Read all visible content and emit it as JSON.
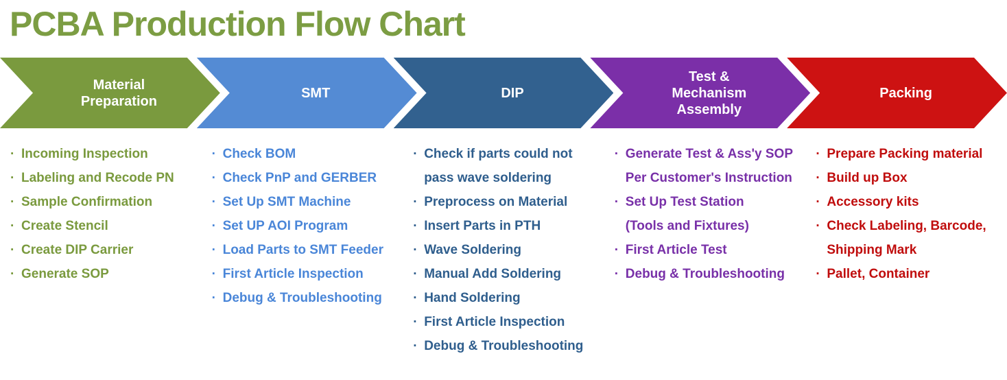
{
  "title": "PCBA Production Flow Chart",
  "title_color": "#7c9d43",
  "stages": [
    {
      "name": "Material Preparation",
      "label_lines": [
        "Material",
        "Preparation"
      ],
      "arrow_color": "#7a9a3e",
      "text_color": "#7a9a3e",
      "items": [
        [
          "Incoming Inspection"
        ],
        [
          "Labeling and Recode PN"
        ],
        [
          "Sample Confirmation"
        ],
        [
          "Create Stencil"
        ],
        [
          "Create DIP Carrier"
        ],
        [
          "Generate SOP"
        ]
      ]
    },
    {
      "name": "SMT",
      "label_lines": [
        "SMT"
      ],
      "arrow_color": "#548bd4",
      "text_color": "#4a86d8",
      "items": [
        [
          "Check BOM"
        ],
        [
          "Check PnP and GERBER"
        ],
        [
          "Set Up SMT Machine"
        ],
        [
          "Set UP AOI Program"
        ],
        [
          "Load Parts to SMT Feeder"
        ],
        [
          "First Article Inspection"
        ],
        [
          "Debug & Troubleshooting"
        ]
      ]
    },
    {
      "name": "DIP",
      "label_lines": [
        "DIP"
      ],
      "arrow_color": "#32618f",
      "text_color": "#2f5e8d",
      "items": [
        [
          "Check if parts could not",
          "pass wave soldering"
        ],
        [
          "Preprocess on Material"
        ],
        [
          "Insert Parts in PTH"
        ],
        [
          "Wave Soldering"
        ],
        [
          "Manual Add Soldering"
        ],
        [
          "Hand Soldering"
        ],
        [
          "First Article Inspection"
        ],
        [
          "Debug & Troubleshooting"
        ]
      ]
    },
    {
      "name": "Test & Mechanism Assembly",
      "label_lines": [
        "Test &",
        "Mechanism",
        "Assembly"
      ],
      "arrow_color": "#7b2fa8",
      "text_color": "#7830a8",
      "items": [
        [
          "Generate Test & Ass'y SOP",
          "Per Customer's Instruction"
        ],
        [
          "Set Up Test Station",
          "(Tools and Fixtures)"
        ],
        [
          "First Article Test"
        ],
        [
          "Debug & Troubleshooting"
        ]
      ]
    },
    {
      "name": "Packing",
      "label_lines": [
        "Packing"
      ],
      "arrow_color": "#cd1212",
      "text_color": "#c00d0d",
      "items": [
        [
          "Prepare Packing material"
        ],
        [
          "Build up Box"
        ],
        [
          "Accessory kits"
        ],
        [
          "Check Labeling, Barcode,",
          "Shipping Mark"
        ],
        [
          "Pallet, Container"
        ]
      ]
    }
  ]
}
